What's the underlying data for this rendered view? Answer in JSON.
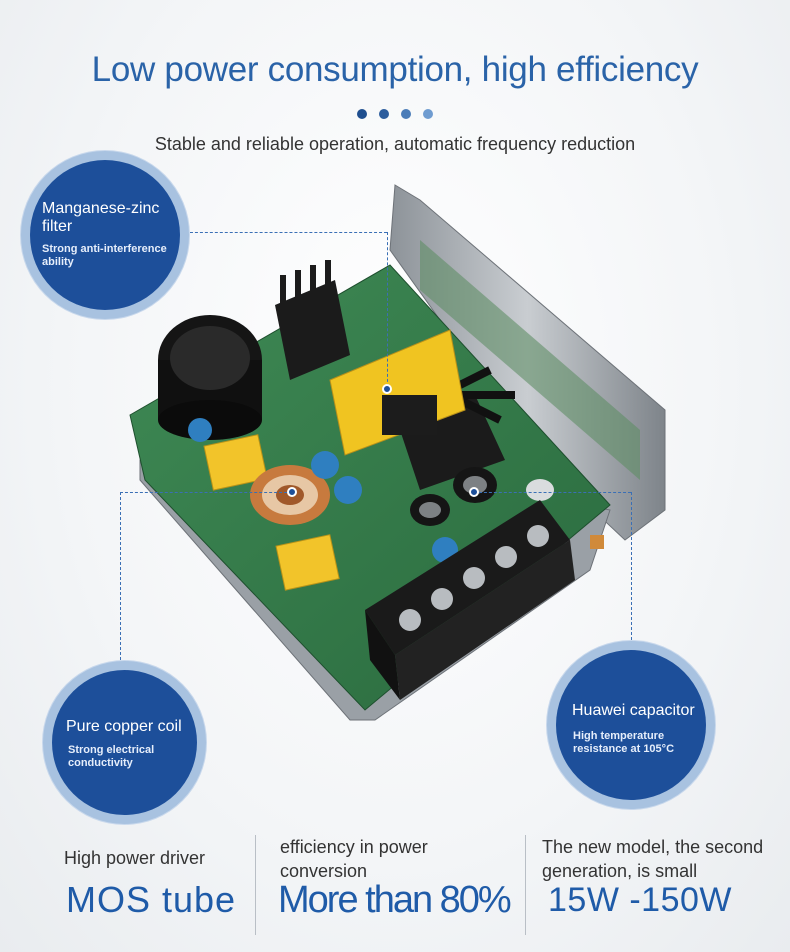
{
  "header": {
    "title": "Low power consumption, high efficiency",
    "subtitle": "Stable and reliable operation, automatic frequency reduction"
  },
  "colors": {
    "accent": "#2a63a8",
    "callout": "#1d4f9a",
    "dots": [
      "#1f4f8f",
      "#2c5d9d",
      "#4a7cb8",
      "#6f9cd0"
    ]
  },
  "callouts": {
    "filter": {
      "title": "Manganese-zinc filter",
      "desc": "Strong anti-interference ability"
    },
    "coil": {
      "title": "Pure copper coil",
      "desc": "Strong electrical conductivity"
    },
    "capacitor": {
      "title": "Huawei capacitor",
      "desc": "High temperature resistance at 105°C"
    }
  },
  "specs": [
    {
      "label": "High power driver",
      "value": "MOS tube"
    },
    {
      "label": "efficiency in power conversion",
      "value": "More than 80%"
    },
    {
      "label": "The new model, the second generation, is small",
      "value": "15W -150W"
    }
  ]
}
